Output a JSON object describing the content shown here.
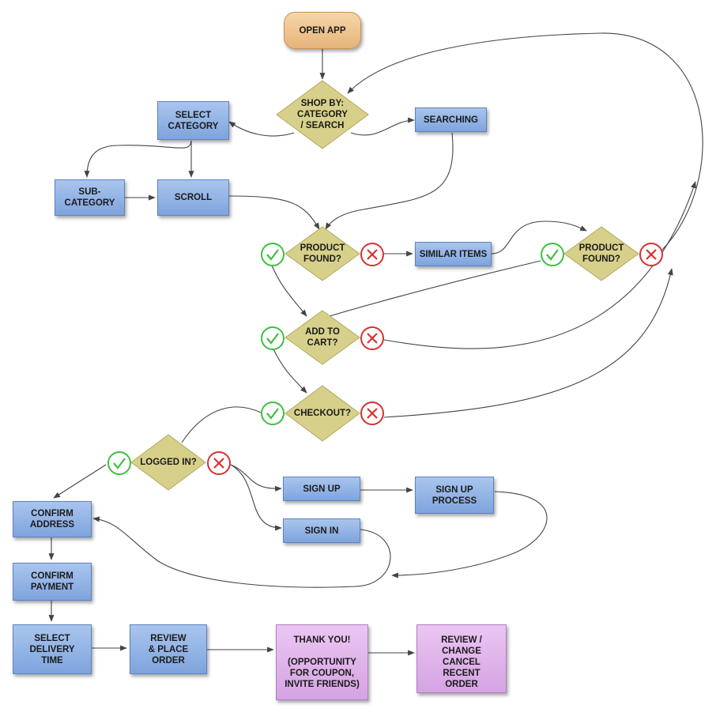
{
  "nodes": {
    "open_app": "OPEN APP",
    "shop_by": "SHOP BY:\nCATEGORY\n/ SEARCH",
    "select_category": "SELECT\nCATEGORY",
    "searching": "SEARCHING",
    "sub_category": "SUB-\nCATEGORY",
    "scroll": "SCROLL",
    "product_found_1": "PRODUCT\nFOUND?",
    "similar_items": "SIMILAR ITEMS",
    "product_found_2": "PRODUCT\nFOUND?",
    "add_to_cart": "ADD TO\nCART?",
    "checkout": "CHECKOUT?",
    "logged_in": "LOGGED IN?",
    "sign_up": "SIGN UP",
    "sign_up_process": "SIGN UP\nPROCESS",
    "sign_in": "SIGN IN",
    "confirm_address": "CONFIRM\nADDRESS",
    "confirm_payment": "CONFIRM\nPAYMENT",
    "select_delivery_time": "SELECT\nDELIVERY\nTIME",
    "review_place_order": "REVIEW\n& PLACE\nORDER",
    "thank_you": "THANK YOU!\n\n(OPPORTUNITY\nFOR COUPON,\nINVITE FRIENDS)",
    "review_change": "REVIEW / CHANGE\nCANCEL RECENT\nORDER"
  },
  "colors": {
    "process": "#8fb0e4",
    "decision": "#d7d08a",
    "start": "#eec08a",
    "end": "#dfb0ea",
    "yes": "#3fbf3f",
    "no": "#d83030",
    "connector": "#444444"
  },
  "icons": {
    "yes": "check-circle-icon",
    "no": "x-circle-icon"
  }
}
